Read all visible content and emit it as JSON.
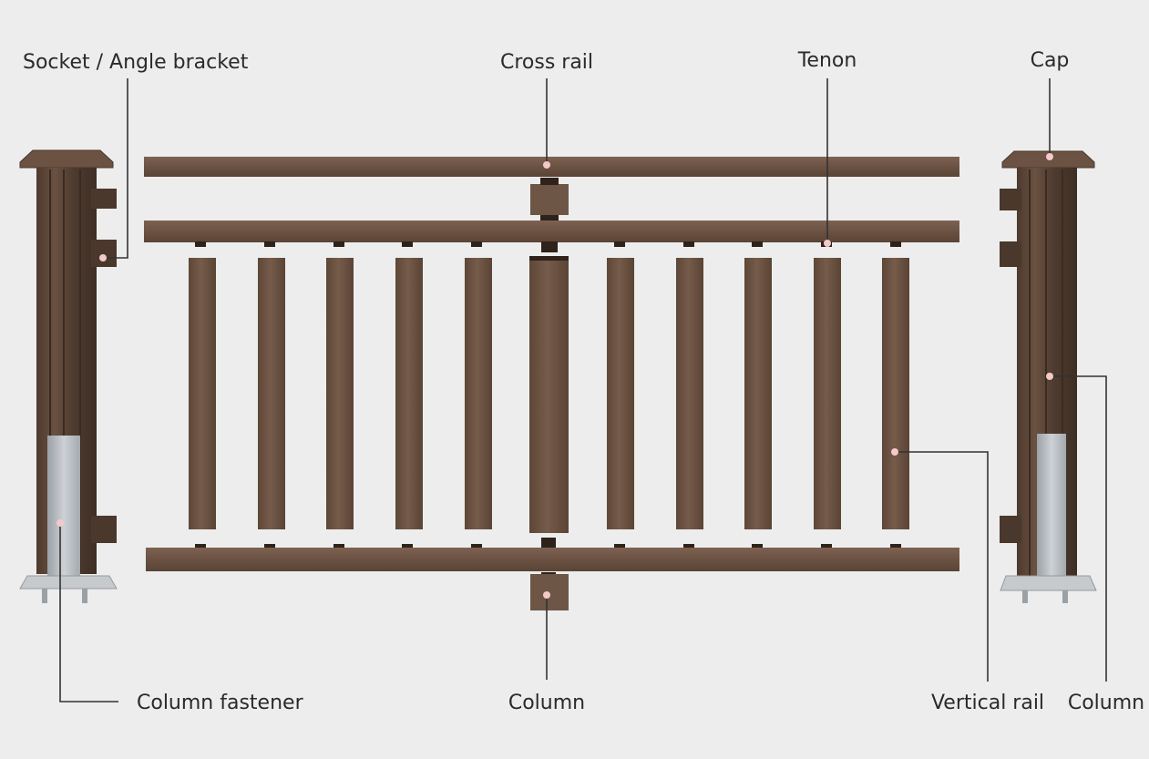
{
  "labels": {
    "socket": "Socket / Angle bracket",
    "cross_rail": "Cross rail",
    "tenon": "Tenon",
    "cap": "Cap",
    "column_fastener": "Column fastener",
    "column_center": "Column",
    "vertical_rail": "Vertical rail",
    "column_right": "Column"
  },
  "colors": {
    "background": "#ededed",
    "wood": "#6e5646",
    "wood_dark": "#4a382c",
    "wood_light": "#8a6e5b",
    "metal": "#b9bec3",
    "leader_line": "#333333",
    "marker": "#f4c9c9"
  }
}
